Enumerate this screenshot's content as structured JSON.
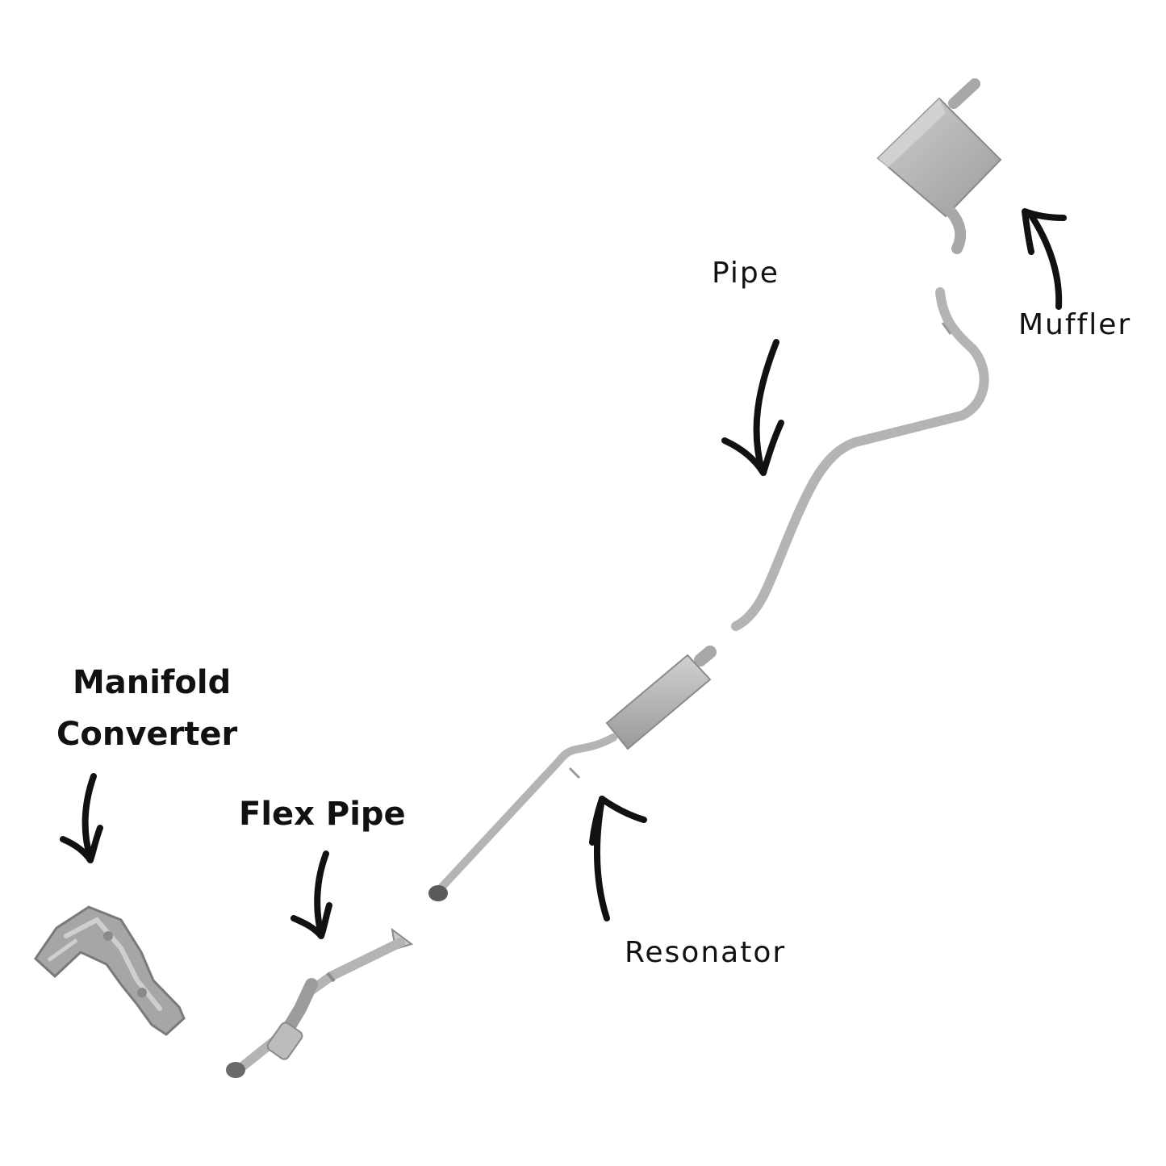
{
  "labels": {
    "muffler": "Muffler",
    "pipe": "Pipe",
    "resonator": "Resonator",
    "flex_pipe": "Flex Pipe",
    "manifold_line1": "Manifold",
    "manifold_line2": "Converter"
  },
  "colors": {
    "metal": "#b4b4b4",
    "metal_dark": "#8a8a8a",
    "metal_light": "#d2d2d2",
    "arrow": "#111111",
    "text": "#111111"
  }
}
